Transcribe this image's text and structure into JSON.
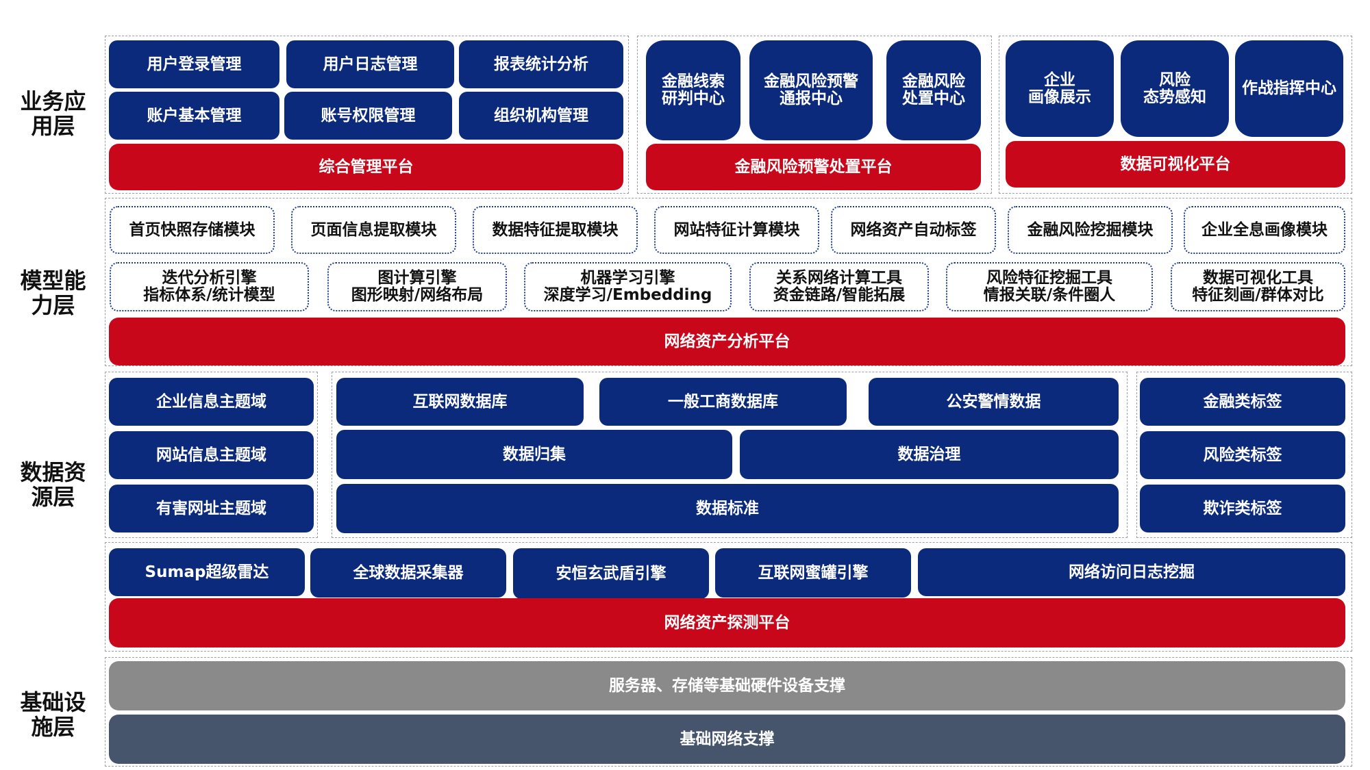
{
  "layers": {
    "business": "业务应\n用层",
    "model": "模型能\n力层",
    "data": "数据资\n源层",
    "infra": "基础设\n施层"
  },
  "business": {
    "mgmt": {
      "items": [
        "用户登录管理",
        "用户日志管理",
        "报表统计分析",
        "账户基本管理",
        "账号权限管理",
        "组织机构管理"
      ],
      "platform": "综合管理平台"
    },
    "risk": {
      "items": [
        "金融线索\n研判中心",
        "金融风险预警\n通报中心",
        "金融风险\n处置中心"
      ],
      "platform": "金融风险预警处置平台"
    },
    "visual": {
      "items": [
        "企业\n画像展示",
        "风险\n态势感知",
        "作战指挥中心"
      ],
      "platform": "数据可视化平台"
    }
  },
  "model": {
    "modules": [
      "首页快照存储模块",
      "页面信息提取模块",
      "数据特征提取模块",
      "网站特征计算模块",
      "网络资产自动标签",
      "金融风险挖掘模块",
      "企业全息画像模块"
    ],
    "engines": [
      "迭代分析引擎\n指标体系/统计模型",
      "图计算引擎\n图形映射/网络布局",
      "机器学习引擎\n深度学习/Embedding",
      "关系网络计算工具\n资金链路/智能拓展",
      "风险特征挖掘工具\n情报关联/条件圈人",
      "数据可视化工具\n特征刻画/群体对比"
    ],
    "platform": "网络资产分析平台"
  },
  "data": {
    "domains": [
      "企业信息主题域",
      "网站信息主题域",
      "有害网址主题域"
    ],
    "dbs": [
      "互联网数据库",
      "一般工商数据库",
      "公安警情数据"
    ],
    "collect": "数据归集",
    "govern": "数据治理",
    "standard": "数据标准",
    "tags": [
      "金融类标签",
      "风险类标签",
      "欺诈类标签"
    ]
  },
  "probe": {
    "tools": [
      "Sumap超级雷达",
      "全球数据采集器",
      "安恒玄武盾引擎",
      "互联网蜜罐引擎",
      "网络访问日志挖掘"
    ],
    "platform": "网络资产探测平台"
  },
  "infra": {
    "hardware": "服务器、存储等基础硬件设备支撑",
    "network": "基础网络支撑"
  },
  "colors": {
    "navy": "#0b2a7c",
    "red": "#c8081a",
    "grey": "#8a8a8a",
    "slate": "#46546c"
  }
}
